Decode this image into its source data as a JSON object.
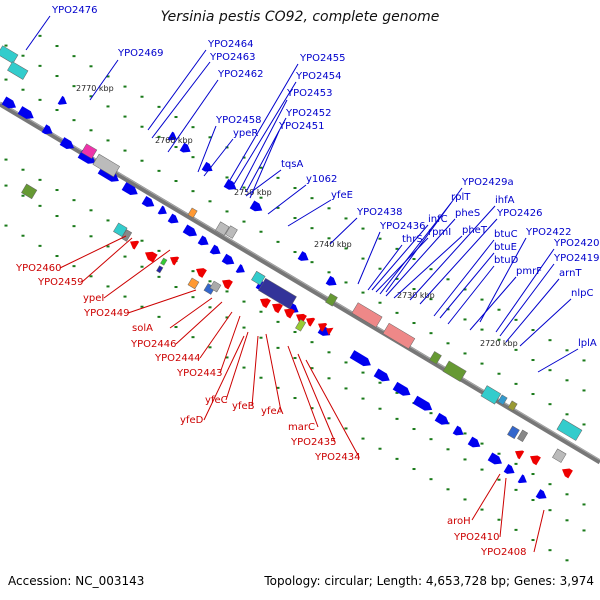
{
  "title": "Yersinia pestis CO92, complete genome",
  "footer": {
    "accession": "Accession: NC_003143",
    "info": "Topology: circular; Length: 4,653,728 bp; Genes: 3,974"
  },
  "colors": {
    "forward_gene": "#0000ee",
    "reverse_gene": "#ee0000",
    "backbone": "#777777",
    "label_blue": "#0000cc",
    "label_red": "#cc0000",
    "tick": "#1a7a1a"
  },
  "kbp_ticks": [
    "2770 kbp",
    "2760 kbp",
    "2750 kbp",
    "2740 kbp",
    "2730 kbp",
    "2720 kbp"
  ],
  "blue_labels": [
    "YPO2476",
    "YPO2469",
    "YPO2464",
    "YPO2463",
    "YPO2462",
    "YPO2455",
    "YPO2454",
    "YPO2453",
    "YPO2452",
    "YPO2451",
    "YPO2458",
    "ypeR",
    "tqsA",
    "y1062",
    "yfeE",
    "YPO2438",
    "YPO2436",
    "thrS",
    "infC",
    "rpmI",
    "rplT",
    "pheS",
    "pheT",
    "YPO2429a",
    "ihfA",
    "YPO2426",
    "btuC",
    "btuE",
    "btuD",
    "pmrF",
    "YPO2422",
    "YPO2420",
    "YPO2419",
    "arnT",
    "nlpC",
    "lplA"
  ],
  "red_labels": [
    "YPO2460",
    "YPO2459",
    "ypeI",
    "YPO2449",
    "solA",
    "YPO2446",
    "YPO2444",
    "YPO2443",
    "yfeC",
    "yfeD",
    "yfeB",
    "yfeA",
    "marC",
    "YPO2435",
    "YPO2434",
    "aroH",
    "YPO2410",
    "YPO2408"
  ]
}
